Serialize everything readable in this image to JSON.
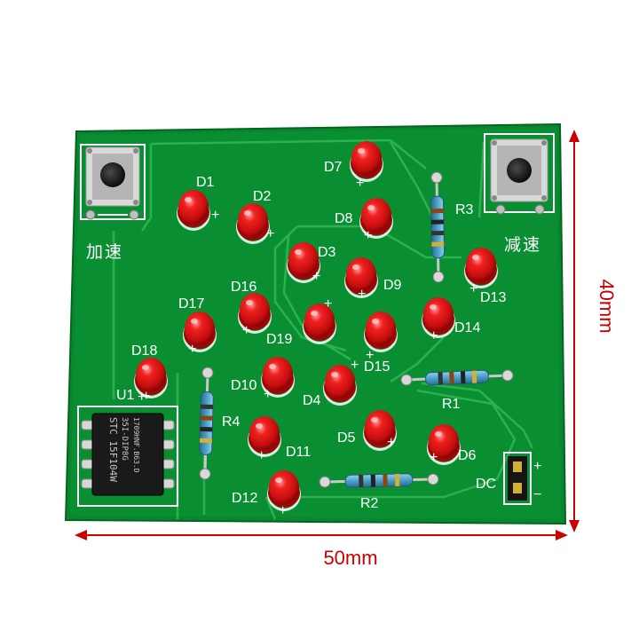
{
  "dimensions": {
    "width_label": "50mm",
    "height_label": "40mm"
  },
  "buttons": {
    "left_label": "加速",
    "right_label": "减速"
  },
  "connector": {
    "label": "DC",
    "plus": "+",
    "minus": "−"
  },
  "chip": {
    "designator": "U1",
    "plus": "+",
    "line1": "STC 15F104W",
    "line2": "35I-DIP8G",
    "line3": "1709HNF.B63.D"
  },
  "leds": [
    {
      "label": "D1",
      "polarity": "+"
    },
    {
      "label": "D2",
      "polarity": "+"
    },
    {
      "label": "D3",
      "polarity": "+"
    },
    {
      "label": "D4",
      "polarity": "+"
    },
    {
      "label": "D5",
      "polarity": "+"
    },
    {
      "label": "D6",
      "polarity": "+"
    },
    {
      "label": "D7",
      "polarity": "+"
    },
    {
      "label": "D8",
      "polarity": "+"
    },
    {
      "label": "D9",
      "polarity": "+"
    },
    {
      "label": "D10",
      "polarity": "+"
    },
    {
      "label": "D11",
      "polarity": "+"
    },
    {
      "label": "D12",
      "polarity": "+"
    },
    {
      "label": "D13",
      "polarity": "+"
    },
    {
      "label": "D14",
      "polarity": "+"
    },
    {
      "label": "D15",
      "polarity": "+"
    },
    {
      "label": "D16",
      "polarity": "+"
    },
    {
      "label": "D17",
      "polarity": "+"
    },
    {
      "label": "D18",
      "polarity": "+"
    },
    {
      "label": "D19",
      "polarity": "+"
    }
  ],
  "resistors": [
    {
      "label": "R1"
    },
    {
      "label": "R2"
    },
    {
      "label": "R3"
    },
    {
      "label": "R4"
    }
  ],
  "colors": {
    "board": "#0a8f33",
    "trace": "#2bb04f",
    "led": "#e01515",
    "dimension": "#cc0000",
    "resistor_body": "#4aa0c8"
  }
}
